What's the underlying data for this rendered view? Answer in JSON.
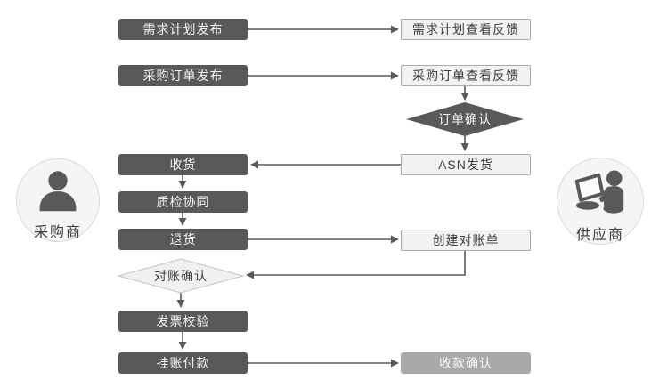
{
  "actors": {
    "buyer": {
      "label": "采购商"
    },
    "supplier": {
      "label": "供应商"
    }
  },
  "nodes": {
    "demand_plan_publish": {
      "label": "需求计划发布",
      "type": "process",
      "lane": "buyer"
    },
    "po_publish": {
      "label": "采购订单发布",
      "type": "process",
      "lane": "buyer"
    },
    "receive_goods": {
      "label": "收货",
      "type": "process",
      "lane": "buyer"
    },
    "quality_inspection": {
      "label": "质检协同",
      "type": "process",
      "lane": "buyer"
    },
    "return_goods": {
      "label": "退货",
      "type": "process",
      "lane": "buyer"
    },
    "reconciliation_confirm": {
      "label": "对账确认",
      "type": "decision",
      "lane": "buyer"
    },
    "invoice_verification": {
      "label": "发票校验",
      "type": "process",
      "lane": "buyer"
    },
    "book_payment": {
      "label": "挂账付款",
      "type": "process",
      "lane": "buyer"
    },
    "demand_plan_feedback": {
      "label": "需求计划查看反馈",
      "type": "process",
      "lane": "supplier"
    },
    "po_feedback": {
      "label": "采购订单查看反馈",
      "type": "process",
      "lane": "supplier"
    },
    "order_confirm": {
      "label": "订单确认",
      "type": "decision",
      "lane": "supplier"
    },
    "asn_shipment": {
      "label": "ASN发货",
      "type": "process",
      "lane": "supplier"
    },
    "create_reconciliation": {
      "label": "创建对账单",
      "type": "process",
      "lane": "supplier"
    },
    "payment_receipt_confirm": {
      "label": "收款确认",
      "type": "highlight",
      "lane": "supplier"
    }
  },
  "flow": [
    {
      "from": "demand_plan_publish",
      "to": "demand_plan_feedback"
    },
    {
      "from": "po_publish",
      "to": "po_feedback"
    },
    {
      "from": "po_feedback",
      "to": "order_confirm"
    },
    {
      "from": "order_confirm",
      "to": "asn_shipment"
    },
    {
      "from": "asn_shipment",
      "to": "receive_goods"
    },
    {
      "from": "receive_goods",
      "to": "quality_inspection"
    },
    {
      "from": "quality_inspection",
      "to": "return_goods"
    },
    {
      "from": "return_goods",
      "to": "create_reconciliation"
    },
    {
      "from": "create_reconciliation",
      "to": "reconciliation_confirm"
    },
    {
      "from": "reconciliation_confirm",
      "to": "invoice_verification"
    },
    {
      "from": "invoice_verification",
      "to": "book_payment"
    },
    {
      "from": "book_payment",
      "to": "payment_receipt_confirm"
    }
  ],
  "colors": {
    "dark_node": "#595959",
    "light_node_bg": "#f2f2f2",
    "light_node_border": "#ababab",
    "muted_node": "#a9a9a9",
    "arrow": "#595959",
    "circle_bg": "#f5f5f5",
    "circle_border": "#d9d9d9",
    "diamond_light_bg": "#f0f0f0",
    "diamond_light_border": "#c4c4c4"
  }
}
